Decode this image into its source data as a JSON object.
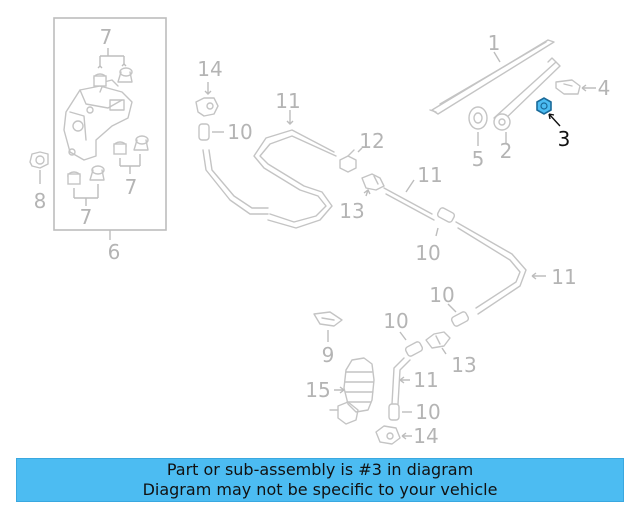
{
  "diagram": {
    "highlight_color": "#4cbcf2",
    "callouts": {
      "c1": "1",
      "c2": "2",
      "c3": "3",
      "c4": "4",
      "c5": "5",
      "c6": "6",
      "c7a": "7",
      "c7b": "7",
      "c7c": "7",
      "c8": "8",
      "c9": "9",
      "c10a": "10",
      "c10b": "10",
      "c10c": "10",
      "c10d": "10",
      "c10e": "10",
      "c11a": "11",
      "c11b": "11",
      "c11c": "11",
      "c11d": "11",
      "c12": "12",
      "c13a": "13",
      "c13b": "13",
      "c14a": "14",
      "c14b": "14",
      "c15": "15"
    }
  },
  "banner": {
    "line1": "Part or sub-assembly is #3 in diagram",
    "line2": "Diagram may not be specific to your vehicle",
    "background": "#4cbcf2"
  }
}
